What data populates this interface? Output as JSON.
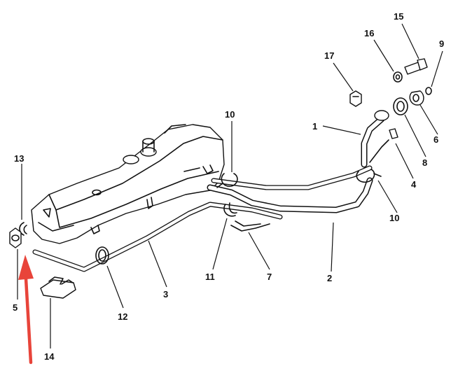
{
  "callouts": {
    "c1": "1",
    "c2": "2",
    "c3": "3",
    "c4": "4",
    "c5": "5",
    "c6": "6",
    "c7": "7",
    "c8": "8",
    "c9": "9",
    "c10a": "10",
    "c10b": "10",
    "c11": "11",
    "c12": "12",
    "c13": "13",
    "c14": "14",
    "c15": "15",
    "c16": "16",
    "c17": "17"
  },
  "colors": {
    "line": "#111111",
    "arrow": "#e8443a",
    "background": "#ffffff"
  }
}
